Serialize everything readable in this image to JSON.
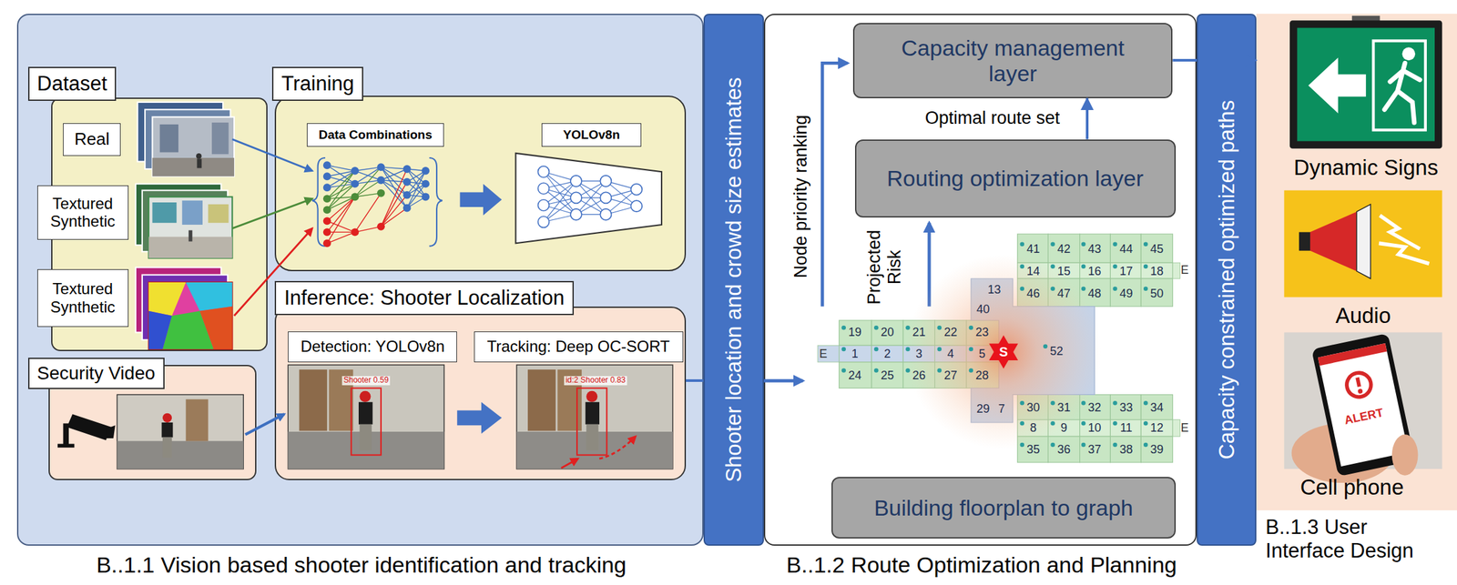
{
  "diagram": {
    "nodes": [
      {
        "text": [
          "B..1.1 Vision based shooter identification and tracking"
        ]
      },
      {
        "text": [
          "Dataset"
        ],
        "in": 0
      },
      {
        "text": [
          "Real"
        ],
        "in": 1
      },
      {
        "text": [
          "Textured Synthetic"
        ],
        "in": 1
      },
      {
        "text": [
          "Textured Synthetic"
        ],
        "in": 1
      },
      {
        "text": [
          "Training"
        ],
        "in": 0
      },
      {
        "text": [
          "Data Combinations"
        ],
        "in": 5
      },
      {
        "text": [
          "YOLOv8n"
        ],
        "in": 5
      },
      {
        "text": [
          "Security Video"
        ],
        "in": 0
      },
      {
        "text": [
          "Inference: Shooter Localization"
        ],
        "in": 0
      },
      {
        "text": [
          "Detection: YOLOv8n"
        ],
        "in": 9
      },
      {
        "text": [
          "Tracking: Deep OC-SORT"
        ],
        "in": 9
      },
      {
        "text": [
          "Shooter location and crowd size estimates"
        ]
      },
      {
        "text": [
          "B..1.2 Route Optimization and Planning"
        ]
      },
      {
        "text": [
          "Capacity management layer"
        ],
        "in": 13
      },
      {
        "text": [
          "Routing optimization layer"
        ],
        "in": 13
      },
      {
        "text": [
          "Building floorplan to graph"
        ],
        "in": 13
      },
      {
        "text": [
          "Capacity constrained optimized paths"
        ]
      },
      {
        "text": [
          "B..1.3 User Interface Design"
        ]
      }
    ],
    "edges": [
      {
        "from": 9,
        "to": 12,
        "arrow": "none"
      },
      {
        "from": 15,
        "to": 14,
        "arrow": "to",
        "label": "Optimal route set"
      },
      {
        "from": 14,
        "to": 17,
        "arrow": "none"
      },
      {
        "from": 17,
        "to": 18,
        "arrow": "to"
      }
    ],
    "labels": [
      "Shooter 0.59",
      "id:2 Shooter 0.83",
      "Node priority ranking",
      "Projected Risk",
      "41",
      "42",
      "43",
      "44",
      "45",
      "14",
      "15",
      "16",
      "17",
      "18",
      "E",
      "13",
      "46",
      "47",
      "48",
      "49",
      "50",
      "40",
      "19",
      "20",
      "21",
      "22",
      "23",
      "E",
      "1",
      "2",
      "3",
      "4",
      "5",
      "S",
      "52",
      "24",
      "25",
      "26",
      "27",
      "28",
      "29",
      "7",
      "30",
      "31",
      "32",
      "33",
      "34",
      "8",
      "9",
      "10",
      "11",
      "12",
      "E",
      "35",
      "36",
      "37",
      "38",
      "39",
      "Dynamic Signs",
      "Audio",
      "ALERT",
      "Cell phone"
    ]
  }
}
